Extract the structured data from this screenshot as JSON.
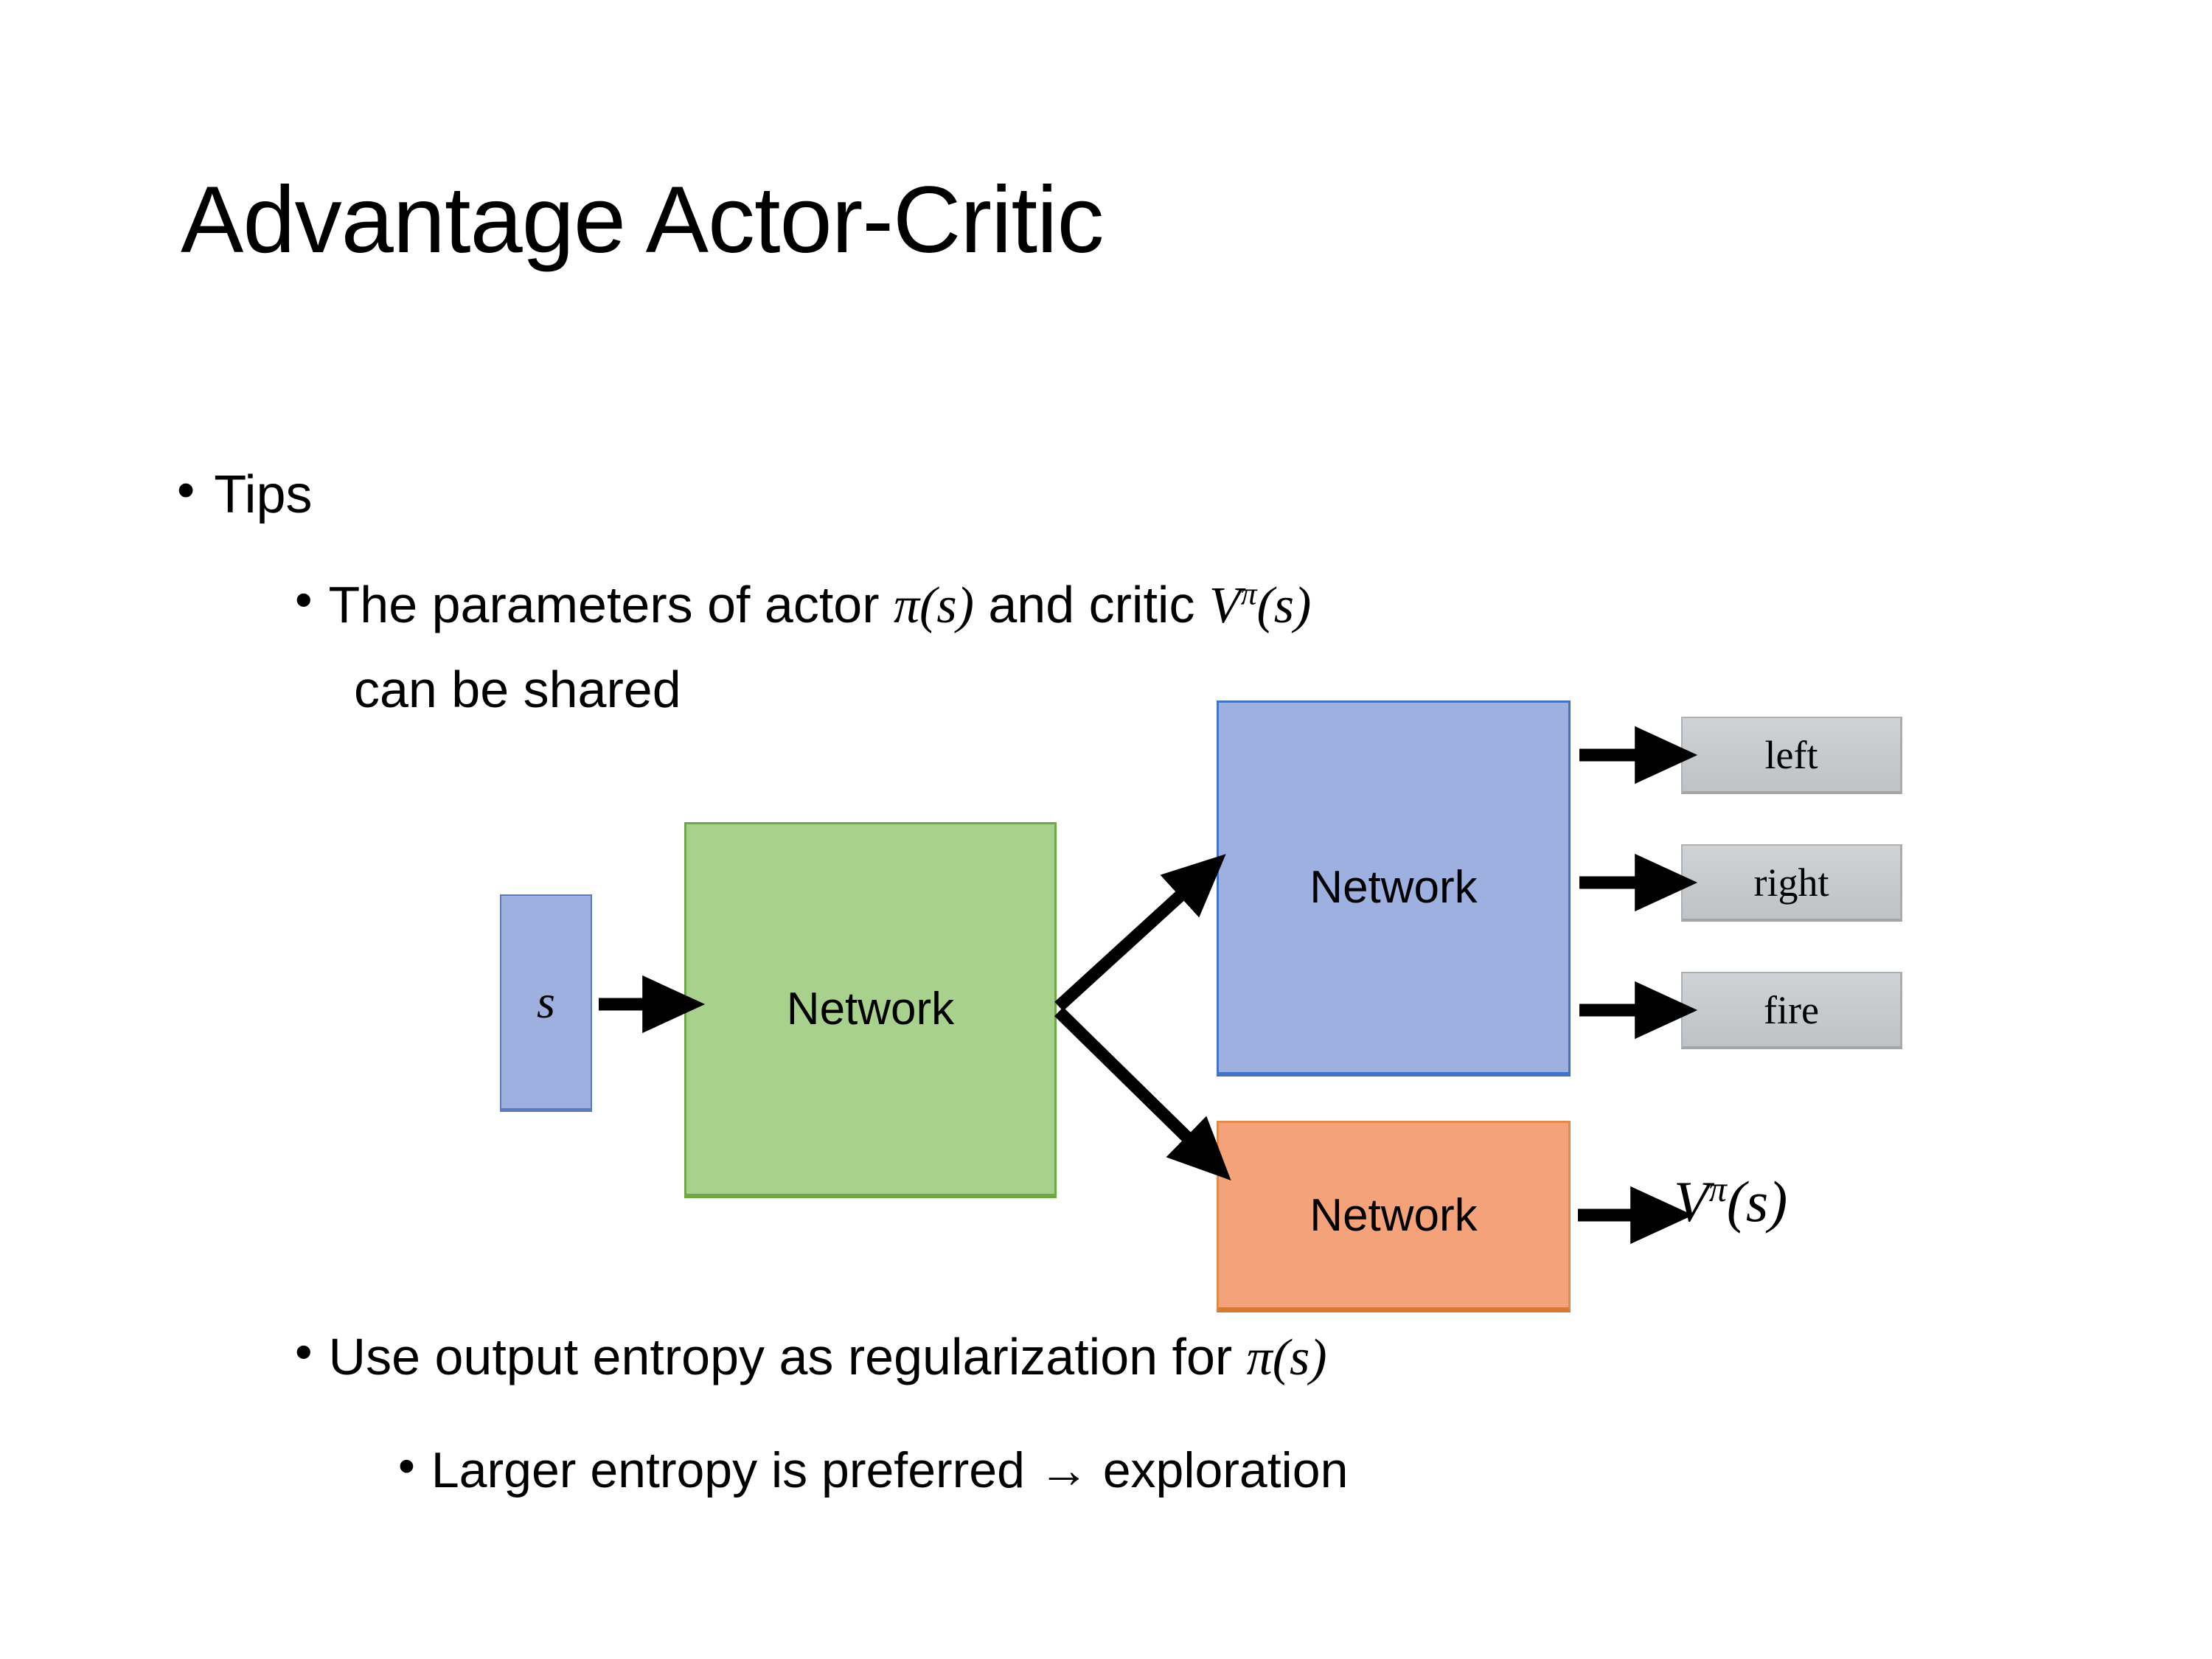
{
  "slide": {
    "title": "Advantage Actor-Critic",
    "background_color": "#FFFFFF"
  },
  "bullets": {
    "level1_tips": "Tips",
    "level2_params_pre": "The parameters of actor ",
    "level2_params_actor_math": "π(s)",
    "level2_params_mid": "  and critic ",
    "level2_params_critic_V": "V",
    "level2_params_critic_sup": "π",
    "level2_params_critic_arg": "(s)",
    "level2_params_line2": "can be shared",
    "level2_entropy_pre": "Use output entropy as regularization for ",
    "level2_entropy_math": "π(s)",
    "level3_larger": "Larger entropy is preferred → exploration",
    "bullet_glyph": "•"
  },
  "diagram": {
    "input_box_label": "s",
    "shared_network_label": "Network",
    "actor_network_label": "Network",
    "critic_network_label": "Network",
    "action_outputs": [
      {
        "label": "left"
      },
      {
        "label": "right"
      },
      {
        "label": "fire"
      }
    ],
    "critic_output": {
      "V": "V",
      "superscript": "π",
      "argument": "(s)"
    },
    "colors": {
      "input_fill": "#9DB0E0",
      "input_border": "#5B7ABF",
      "shared_fill": "#A9D18E",
      "shared_border": "#6FA845",
      "actor_fill": "#9DB0E0",
      "actor_border": "#4472C4",
      "critic_fill": "#F4A27A",
      "critic_border": "#E08A4E",
      "output_fill": "#C7CBCE",
      "output_border": "#ADB1B4",
      "arrow": "#000000"
    }
  }
}
